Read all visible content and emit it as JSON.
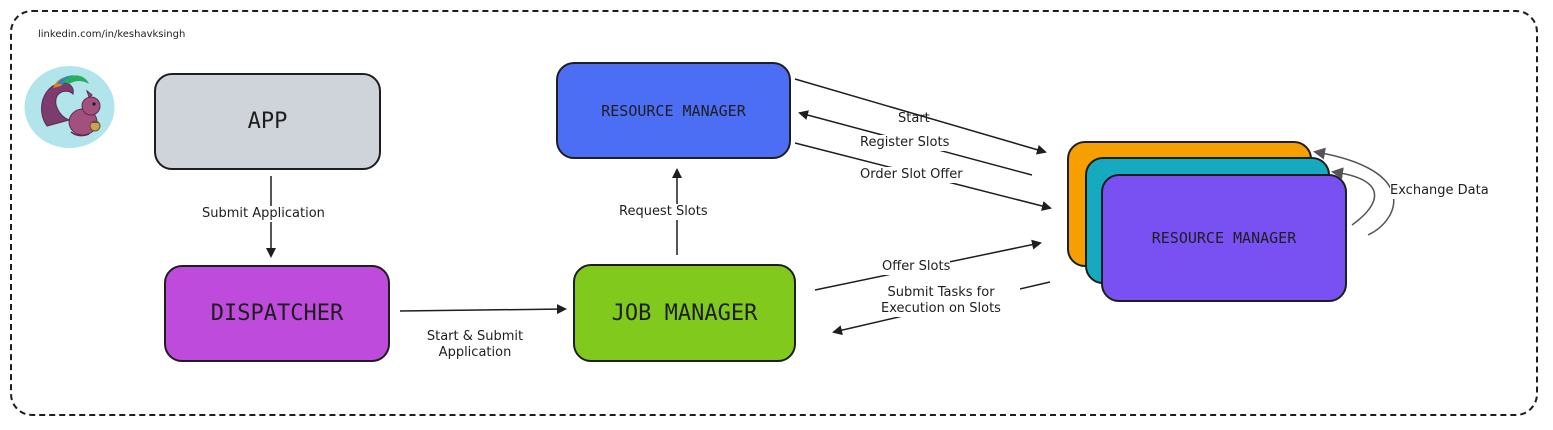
{
  "watermark": "linkedin.com/in/keshavksingh",
  "nodes": {
    "app": "APP",
    "dispatcher": "DISPATCHER",
    "resource_manager_top": "RESOURCE MANAGER",
    "job_manager": "JOB MANAGER",
    "resource_manager_stack": "RESOURCE MANAGER"
  },
  "edges": {
    "submit_application": "Submit Application",
    "start_submit_line1": "Start & Submit",
    "start_submit_line2": "Application",
    "request_slots": "Request Slots",
    "start": "Start",
    "register_slots": "Register Slots",
    "order_slot_offer": "Order Slot Offer",
    "offer_slots": "Offer Slots",
    "submit_tasks_line1": "Submit Tasks for",
    "submit_tasks_line2": "Execution on Slots",
    "exchange_data": "Exchange Data"
  },
  "colors": {
    "app": "#ced4da",
    "dispatcher": "#be4bdb",
    "resource_manager_top": "#4c6ef5",
    "job_manager": "#82c91e",
    "stack_back": "#f59f00",
    "stack_mid": "#15aabf",
    "stack_front": "#7950f2",
    "stroke": "#1e1e1e",
    "logo_bg": "#b2e4ec"
  },
  "icons": {
    "logo": "squirrel-logo-icon"
  }
}
